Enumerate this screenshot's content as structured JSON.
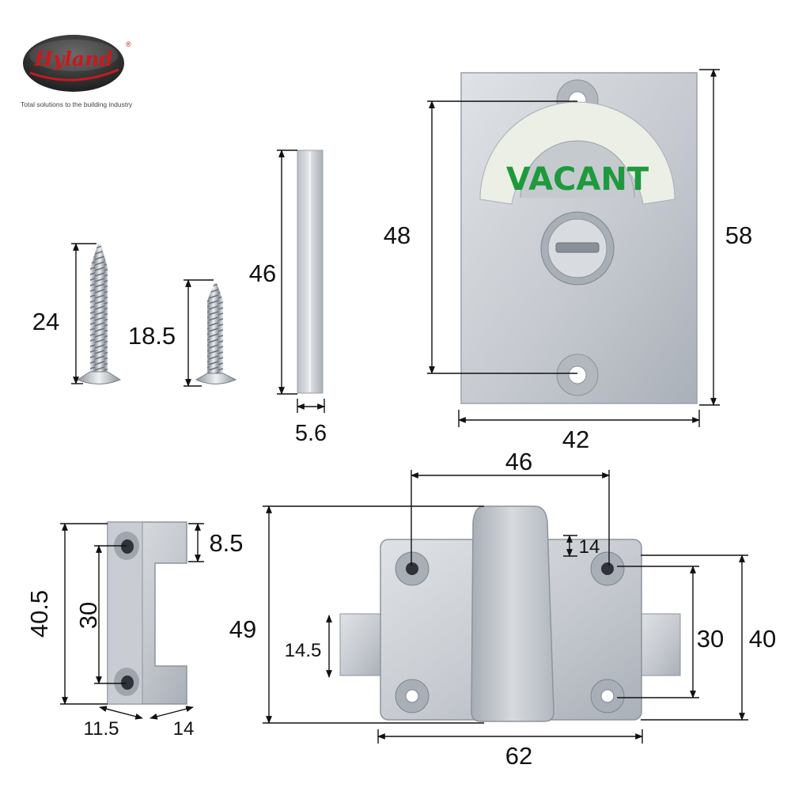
{
  "brand": {
    "name": "Hyland",
    "registered_mark": "®",
    "tagline": "Total solutions to the building industry",
    "colors": {
      "logo_dark": "#2a2a2a",
      "logo_red": "#c8191f"
    }
  },
  "indicator": {
    "sign_text": "VACANT",
    "sign_color": "#1e9a3c",
    "slot_text_color": "#d21f26"
  },
  "dimensions": {
    "screw_long": "24",
    "screw_short": "18.5",
    "spindle_length": "46",
    "spindle_width": "5.6",
    "plate_hole_spacing": "48",
    "plate_height": "58",
    "plate_width": "42",
    "keeper_height": "40.5",
    "keeper_hole_spacing": "30",
    "keeper_top_offset": "8.5",
    "keeper_depth": "11.5",
    "keeper_width": "14",
    "lock_hole_spacing_h": "46",
    "lock_height_total": "49",
    "lock_handle_offset": "14",
    "lock_bolt_height": "14.5",
    "lock_hole_spacing_v": "30",
    "lock_body_height": "40",
    "lock_width": "62"
  },
  "colors": {
    "metal_light": "#d4d7dc",
    "metal_mid": "#bcc1c8",
    "metal_dark": "#8e949c",
    "dimension_line": "#111111"
  }
}
